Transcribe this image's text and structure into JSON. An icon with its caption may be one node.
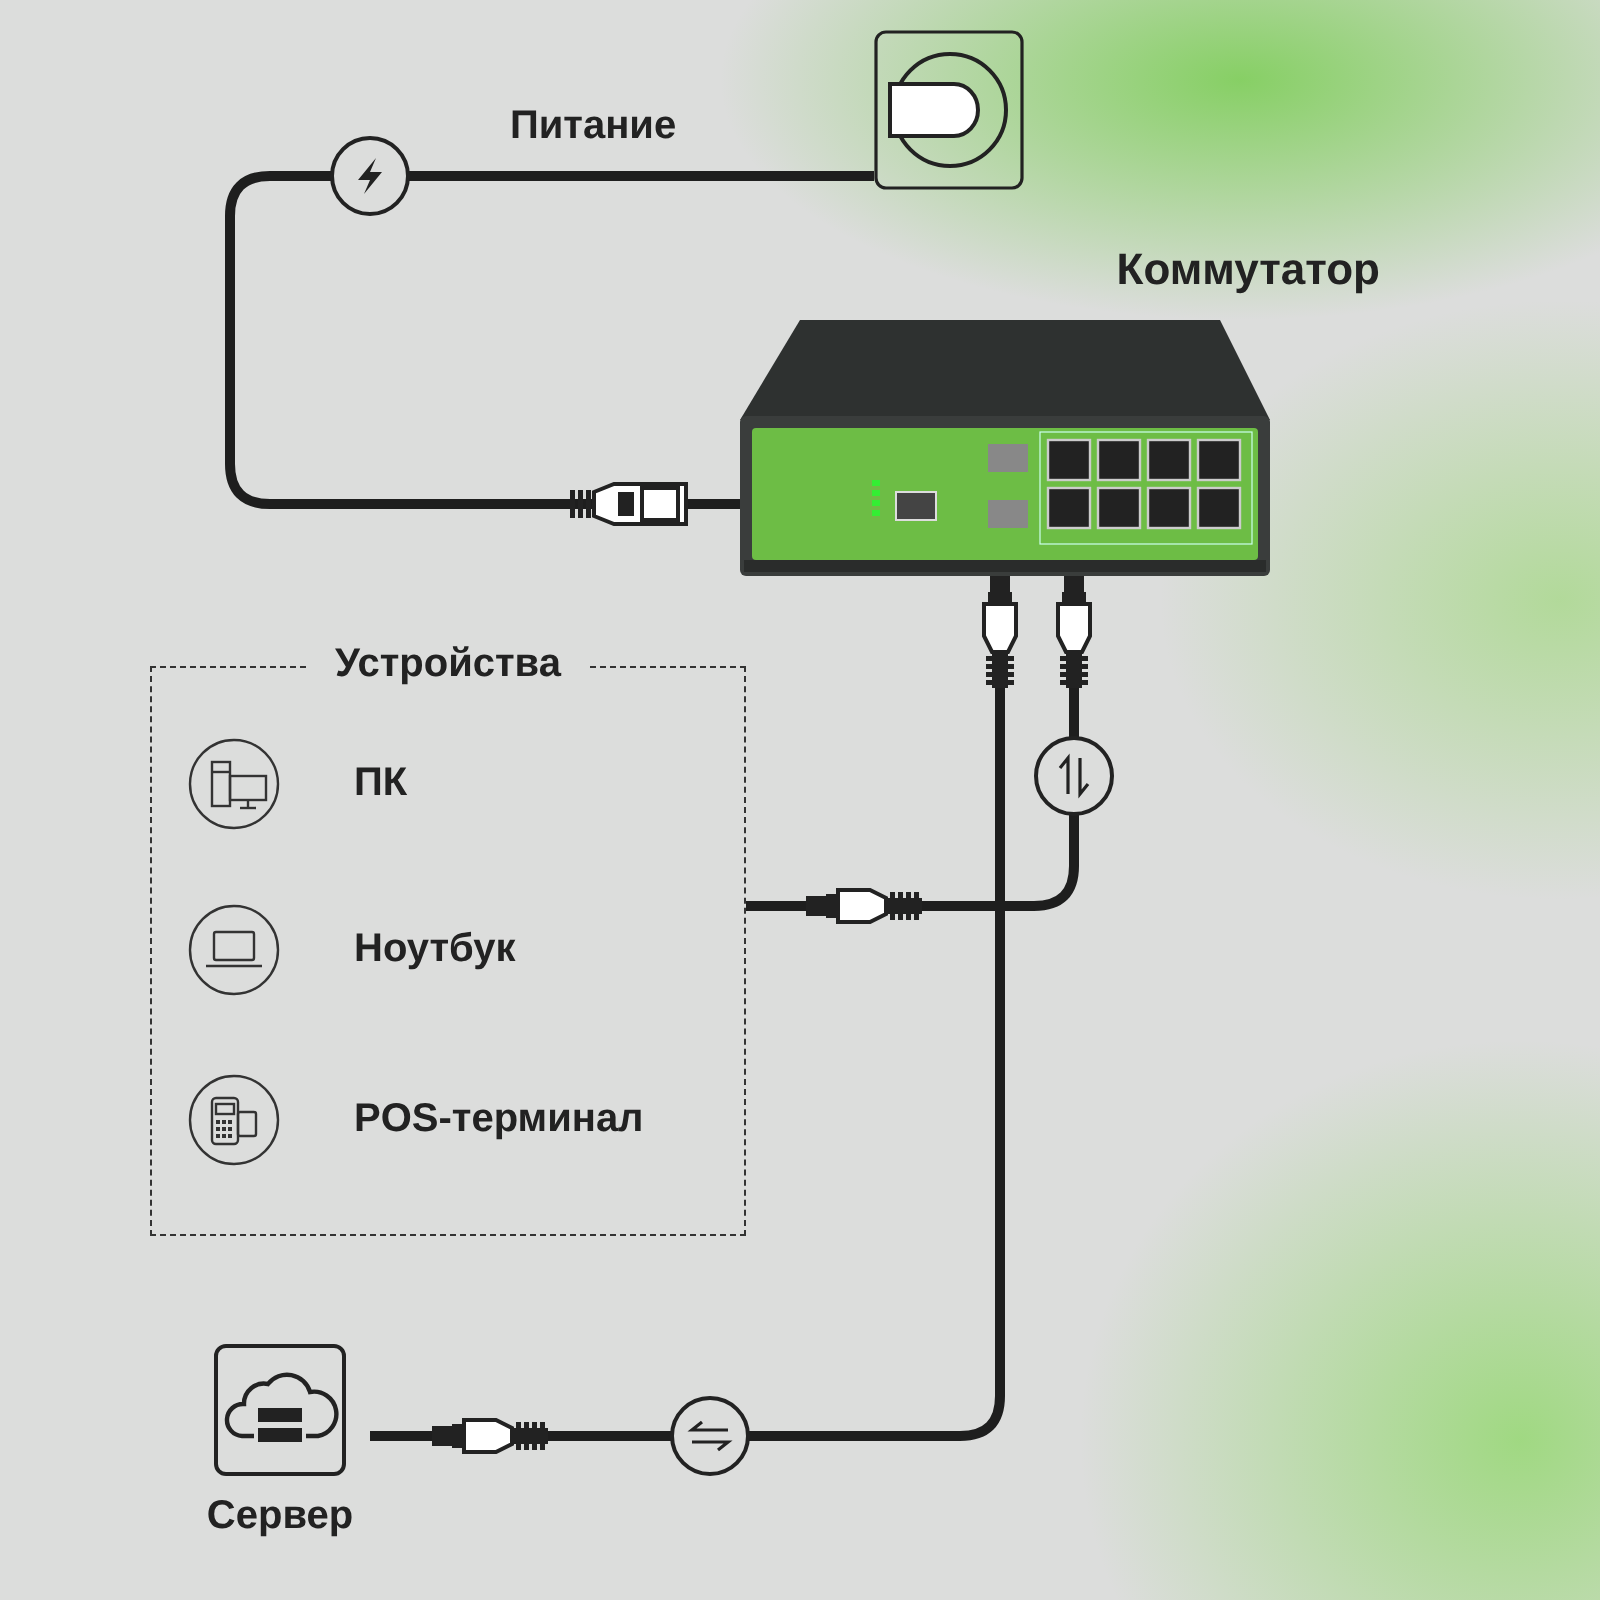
{
  "diagram": {
    "nodes": [
      {
        "text": [],
        "shape": "picture"
      },
      {
        "text": [
          "Коммутатор"
        ]
      },
      {
        "text": [
          "Устройства"
        ]
      },
      {
        "text": [
          "ПК"
        ],
        "in": 2
      },
      {
        "text": [
          "Ноутбук"
        ],
        "in": 2
      },
      {
        "text": [
          "POS-терминал"
        ],
        "in": 2
      },
      {
        "text": [
          "Сервер"
        ]
      }
    ],
    "edges": [
      {
        "from": 0,
        "to": 1,
        "arrow": "none"
      },
      {
        "from": 1,
        "to": 2,
        "arrow": "none"
      },
      {
        "from": 1,
        "to": 6,
        "arrow": "none"
      }
    ],
    "labels": [
      "Питание"
    ]
  }
}
